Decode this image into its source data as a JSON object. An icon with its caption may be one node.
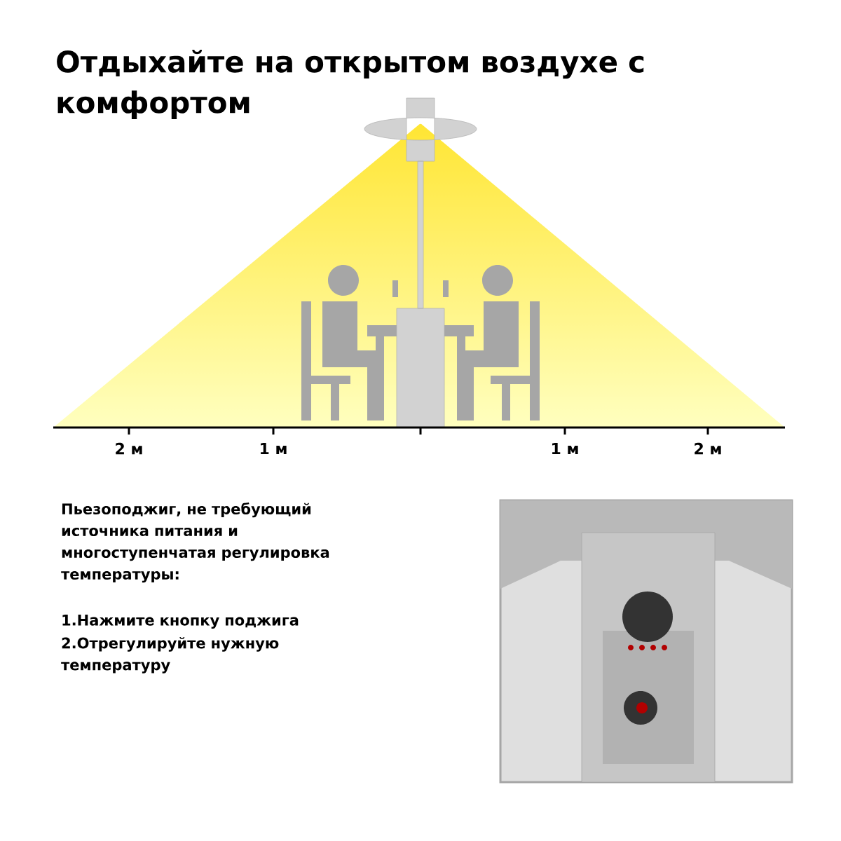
{
  "diagram": {
    "title": "Отдыхайте на открытом воздухе с комфортом",
    "labels": [
      "2 м",
      "1 м",
      "1 м",
      "2 м",
      "Пьезоподжиг, не требующий источника питания и многоступенчатая регулировка температуры:",
      "1.Нажмите кнопку поджига",
      "2.Отрегулируйте нужную температуру"
    ]
  }
}
